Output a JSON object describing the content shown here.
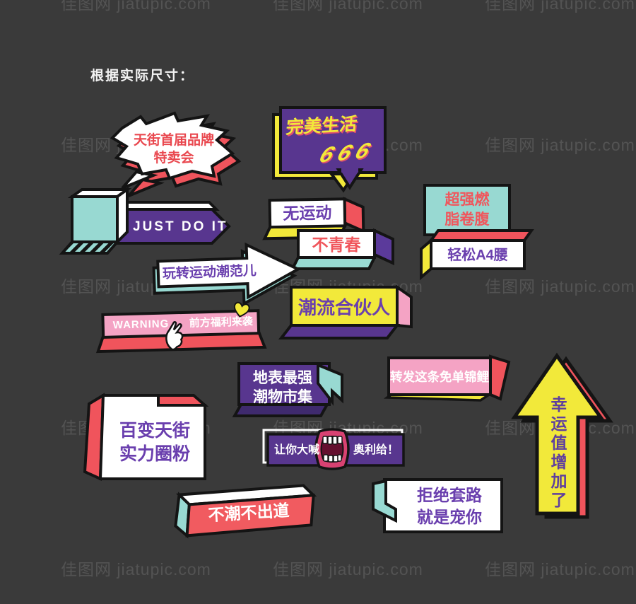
{
  "page": {
    "background": "#3a3a3a",
    "note": "根据实际尺寸："
  },
  "watermark": {
    "text": "佳图网 jiatupic.com"
  },
  "colors": {
    "background": "#3a3a3a",
    "outline": "#141414",
    "purple_box": "#58368f",
    "purple_dark": "#3f2a6e",
    "purple_text": "#6a3fae",
    "red": "#f0545c",
    "coral": "#f15b60",
    "burst_text_red": "#e9484f",
    "teal": "#98d9d2",
    "yellow": "#f2e93a",
    "pink": "#f4a3c4",
    "lips_pink": "#d84272",
    "mouth_inner": "#64102f",
    "white": "#ffffff"
  },
  "signs": {
    "burst_bubble": {
      "text": "天街首届品牌\n特卖会"
    },
    "perfect_life": {
      "line1": "完美生活",
      "line2": "666"
    },
    "just_do_it": {
      "text": "JUST DO IT"
    },
    "no_sport": {
      "text": "无运动"
    },
    "no_youth": {
      "text": "不青春"
    },
    "fat_burn": {
      "text": "超强燃\n脂卷腹"
    },
    "a4_waist": {
      "text": "轻松A4腰"
    },
    "sport_arrow": {
      "text": "玩转运动潮范儿"
    },
    "trend_partner": {
      "text": "潮流合伙人"
    },
    "warning": {
      "left": "WARNING",
      "right": "前方福利来袭"
    },
    "market": {
      "text": "地表最强\n潮物市集"
    },
    "koi": {
      "text": "转发这条免单锦鲤"
    },
    "lucky_arrow": {
      "text": "幸运值增加了"
    },
    "fans": {
      "text": "百变天街\n实力圈粉"
    },
    "shout": {
      "left": "让你大喊",
      "right": "奥利给！"
    },
    "no_trend_no_debut": {
      "text": "不潮不出道"
    },
    "no_routine": {
      "text": "拒绝套路\n就是宠你"
    }
  }
}
